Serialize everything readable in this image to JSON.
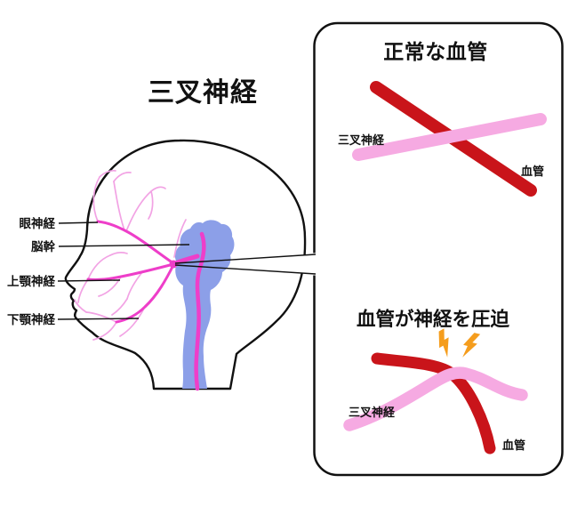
{
  "colors": {
    "vessel": "#c9141a",
    "nerve_pink": "#f6aae2",
    "nerve_magenta": "#ee3ec9",
    "nerve_light": "#f2a3e4",
    "brainstem": "#8c9fe8",
    "lightning": "#f59d1d"
  },
  "head": {
    "title": "三叉神経",
    "labels": {
      "ophthalmic": "眼神経",
      "brainstem": "脳幹",
      "maxillary": "上顎神経",
      "mandibular": "下顎神経"
    }
  },
  "panel_top": {
    "title": "正常な血管",
    "nerve": "三叉神経",
    "vessel": "血管"
  },
  "panel_bottom": {
    "title": "血管が神経を圧迫",
    "nerve": "三叉神経",
    "vessel": "血管"
  }
}
